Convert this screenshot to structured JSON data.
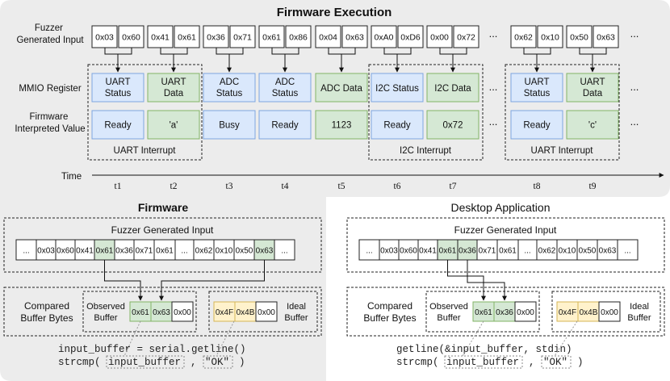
{
  "colors": {
    "panel": "#ececec",
    "blue": "#dae8fc",
    "blue_border": "#7ea6e0",
    "green": "#d5e8d4",
    "green_border": "#82b366",
    "yellow": "#fff2cc",
    "yellow_border": "#d6b656"
  },
  "top": {
    "title": "Firmware Execution",
    "fuzzer_label": [
      "Fuzzer",
      "Generated Input"
    ],
    "mmio_label": "MMIO Register",
    "interp_label": [
      "Firmware",
      "Interpreted Value"
    ],
    "time_label": "Time",
    "ellipsis": "...",
    "columns": [
      {
        "bytes": [
          "0x03",
          "0x60"
        ],
        "register": [
          "UART",
          "Status"
        ],
        "value": "Ready",
        "t": "t1",
        "kind": "blue"
      },
      {
        "bytes": [
          "0x41",
          "0x61"
        ],
        "register": [
          "UART",
          "Data"
        ],
        "value": "'a'",
        "t": "t2",
        "kind": "green"
      },
      {
        "bytes": [
          "0x36",
          "0x71"
        ],
        "register": [
          "ADC",
          "Status"
        ],
        "value": "Busy",
        "t": "t3",
        "kind": "blue"
      },
      {
        "bytes": [
          "0x61",
          "0x86"
        ],
        "register": [
          "ADC",
          "Status"
        ],
        "value": "Ready",
        "t": "t4",
        "kind": "blue"
      },
      {
        "bytes": [
          "0x04",
          "0x63"
        ],
        "register": [
          "ADC Data"
        ],
        "value": "1123",
        "t": "t5",
        "kind": "green"
      },
      {
        "bytes": [
          "0xA0",
          "0xD6"
        ],
        "register": [
          "I2C Status"
        ],
        "value": "Ready",
        "t": "t6",
        "kind": "blue"
      },
      {
        "bytes": [
          "0x00",
          "0x72"
        ],
        "register": [
          "I2C Data"
        ],
        "value": "0x72",
        "t": "t7",
        "kind": "green"
      },
      {
        "bytes": [
          "0x62",
          "0x10"
        ],
        "register": [
          "UART",
          "Status"
        ],
        "value": "Ready",
        "t": "t8",
        "kind": "blue"
      },
      {
        "bytes": [
          "0x50",
          "0x63"
        ],
        "register": [
          "UART",
          "Data"
        ],
        "value": "'c'",
        "t": "t9",
        "kind": "green"
      }
    ],
    "groups": [
      "UART Interrupt",
      "I2C Interrupt",
      "UART Interrupt"
    ]
  },
  "firmware": {
    "title": "Firmware",
    "input_title": "Fuzzer Generated Input",
    "input_cells": [
      "...",
      "0x03",
      "0x60",
      "0x41",
      "0x61",
      "0x36",
      "0x71",
      "0x61",
      "...",
      "0x62",
      "0x10",
      "0x50",
      "0x63",
      "..."
    ],
    "compared_label": [
      "Compared",
      "Buffer Bytes"
    ],
    "observed_label": [
      "Observed",
      "Buffer"
    ],
    "observed_cells": [
      "0x61",
      "0x63",
      "0x00"
    ],
    "ideal_label": [
      "Ideal",
      "Buffer"
    ],
    "ideal_cells": [
      "0x4F",
      "0x4B",
      "0x00"
    ],
    "code_line1": "input_buffer = serial.getline()",
    "code_line2_prefix": "strcmp(",
    "code_arg1": "input_buffer",
    "code_comma": ",",
    "code_arg2": "\"OK\"",
    "code_close": ")"
  },
  "desktop": {
    "title": "Desktop Application",
    "input_title": "Fuzzer Generated Input",
    "input_cells": [
      "...",
      "0x03",
      "0x60",
      "0x41",
      "0x61",
      "0x36",
      "0x71",
      "0x61",
      "...",
      "0x62",
      "0x10",
      "0x50",
      "0x63",
      "..."
    ],
    "compared_label": [
      "Compared",
      "Buffer Bytes"
    ],
    "observed_label": [
      "Observed",
      "Buffer"
    ],
    "observed_cells": [
      "0x61",
      "0x36",
      "0x00"
    ],
    "ideal_label": [
      "Ideal",
      "Buffer"
    ],
    "ideal_cells": [
      "0x4F",
      "0x4B",
      "0x00"
    ],
    "code_line1": "getline(&input_buffer, stdin)",
    "code_line2_prefix": "strcmp(",
    "code_arg1": "input_buffer",
    "code_comma": ",",
    "code_arg2": "\"OK\"",
    "code_close": ")"
  }
}
